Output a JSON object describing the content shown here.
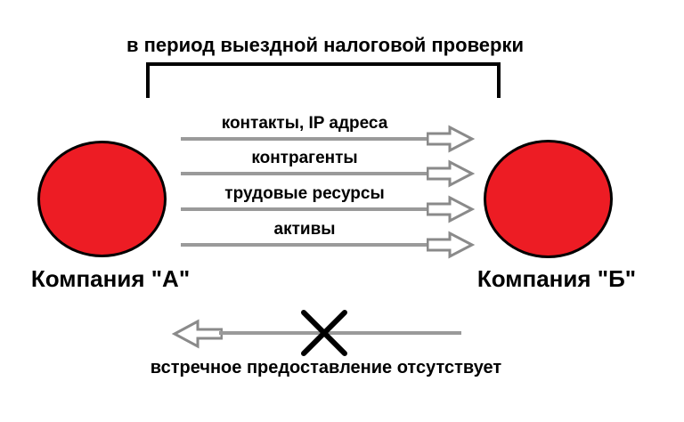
{
  "diagram": {
    "title": "в период выездной налоговой проверки",
    "companies": {
      "a": "Компания \"А\"",
      "b": "Компания \"Б\""
    },
    "transfers": [
      "контакты, IP адреса",
      "контрагенты",
      "трудовые ресурсы",
      "активы"
    ],
    "reverse_note": "встречное предоставление отсутствует",
    "colors": {
      "circle_fill": "#ed1c24",
      "circle_outline": "#000000",
      "arrow_line": "#9a9a9a",
      "arrowhead_stroke": "#8a8a8a",
      "arrowhead_fill": "#ffffff",
      "cross": "#000000",
      "bracket": "#000000",
      "text": "#000000",
      "background": "#ffffff"
    }
  }
}
